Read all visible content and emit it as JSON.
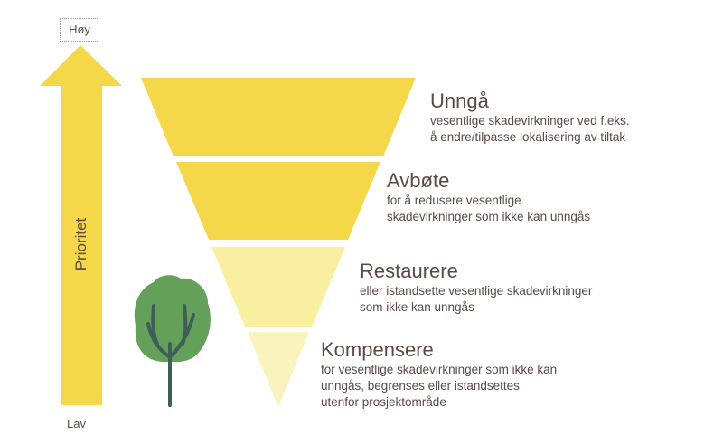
{
  "axis": {
    "high": "Høy",
    "low": "Lav",
    "label": "Prioritet"
  },
  "colors": {
    "strong": "#F4D84A",
    "light": "#FAEFA0",
    "lighter": "#FBF3BE",
    "tree": "#65A05A",
    "trunk": "#3F5E57",
    "text": "#5A4A42"
  },
  "levels": [
    {
      "title": "Unngå",
      "lines": [
        "vesentlige skadevirkninger ved f.eks.",
        "å endre/tilpasse lokalisering av tiltak"
      ]
    },
    {
      "title": "Avbøte",
      "lines": [
        "for å redusere vesentlige",
        "skadevirkninger som ikke kan unngås"
      ]
    },
    {
      "title": "Restaurere",
      "lines": [
        "eller istandsette vesentlige skadevirkninger",
        "som ikke kan unngås"
      ]
    },
    {
      "title": "Kompensere",
      "lines": [
        "for vesentlige skadevirkninger som ikke kan",
        "unngås, begrenses eller istandsettes",
        "utenfor prosjektområde"
      ]
    }
  ]
}
